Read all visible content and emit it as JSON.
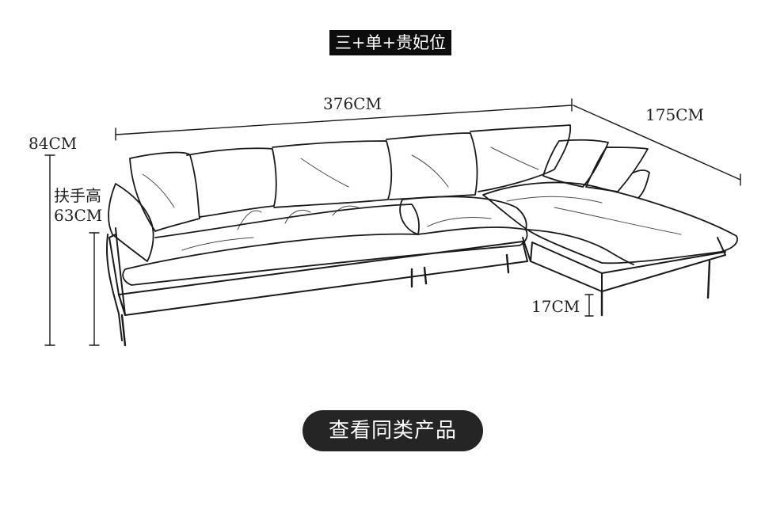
{
  "title": "三+单+贵妃位",
  "dimensions": {
    "total_width": "376CM",
    "chaise_depth": "175CM",
    "total_height": "84CM",
    "armrest_height_label": "扶手高",
    "armrest_height": "63CM",
    "leg_height": "17CM"
  },
  "cta": {
    "label": "查看同类产品"
  },
  "colors": {
    "line": "#1a1a1a",
    "badge_bg": "#0d0d0d",
    "button_bg": "#252525",
    "background": "#ffffff"
  },
  "image": {
    "description_icon": "sofa-sketch"
  }
}
